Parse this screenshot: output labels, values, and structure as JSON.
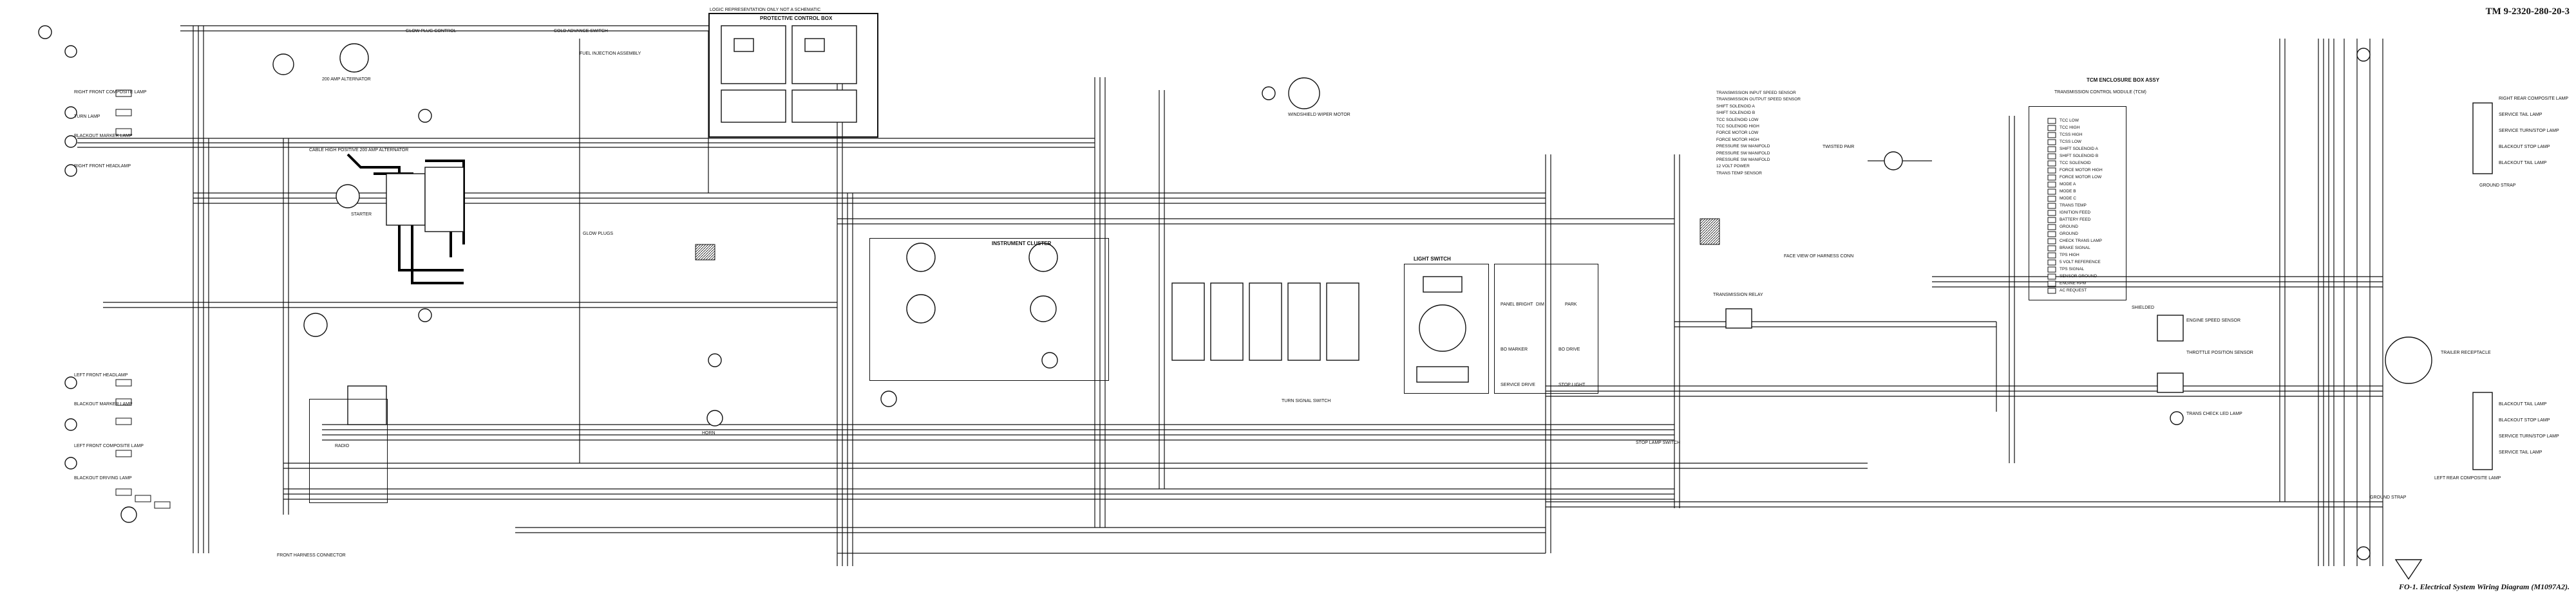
{
  "document": {
    "tm_number": "TM 9-2320-280-20-3",
    "figure_caption": "FO-1. Electrical System Wiring Diagram (M1097A2)."
  },
  "left_lamps": [
    "RIGHT FRONT COMPOSITE LAMP",
    "TURN LAMP",
    "BLACKOUT MARKER LAMP",
    "RIGHT FRONT HEADLAMP",
    "LEFT FRONT HEADLAMP",
    "BLACKOUT MARKER LAMP",
    "LEFT FRONT COMPOSITE LAMP",
    "BLACKOUT DRIVING LAMP"
  ],
  "engine_area": {
    "title_top": "GLOW PLUG CONTROL",
    "alternator": "200 AMP ALTERNATOR",
    "cold_advance": "COLD ADVANCE SWITCH",
    "fuel_injection": "FUEL INJECTION ASSEMBLY",
    "glow_plugs": "GLOW PLUGS",
    "starter": "STARTER",
    "cable_note": "CABLE HIGH POSITIVE 200 AMP ALTERNATOR"
  },
  "protective_box": {
    "title": "PROTECTIVE CONTROL BOX",
    "note": "LOGIC REPRESENTATION ONLY NOT A SCHEMATIC"
  },
  "center": {
    "instrument_cluster": "INSTRUMENT CLUSTER",
    "headlight_switch": "LIGHT SWITCH",
    "turn_signal": "TURN SIGNAL SWITCH",
    "wiper_motor": "WINDSHIELD WIPER MOTOR",
    "horn": "HORN",
    "stop_lamp_switch": "STOP LAMP SWITCH"
  },
  "transmission": {
    "title": "TCM ENCLOSURE BOX ASSY",
    "module": "TRANSMISSION CONTROL MODULE (TCM)",
    "sensors": [
      "TRANSMISSION INPUT SPEED SENSOR",
      "TRANSMISSION OUTPUT SPEED SENSOR",
      "SHIFT SOLENOID A",
      "SHIFT SOLENOID B",
      "TCC SOLENOID LOW",
      "TCC SOLENOID HIGH",
      "FORCE MOTOR LOW",
      "FORCE MOTOR HIGH",
      "PRESSURE SW MANIFOLD",
      "PRESSURE SW MANIFOLD",
      "PRESSURE SW MANIFOLD",
      "12 VOLT POWER",
      "TRANS TEMP SENSOR"
    ],
    "tcm_pins": [
      "TCC LOW",
      "TCC HIGH",
      "TCSS HIGH",
      "TCSS LOW",
      "SHIFT SOLENOID A",
      "SHIFT SOLENOID B",
      "TCC SOLENOID",
      "FORCE MOTOR HIGH",
      "FORCE MOTOR LOW",
      "MODE A",
      "MODE B",
      "MODE C",
      "TRANS TEMP",
      "IGNITION FEED",
      "BATTERY FEED",
      "GROUND",
      "GROUND",
      "CHECK TRANS LAMP",
      "BRAKE SIGNAL",
      "TPS HIGH",
      "5 VOLT REFERENCE",
      "TPS SIGNAL",
      "SENSOR GROUND",
      "ENGINE RPM",
      "AC REQUEST"
    ],
    "relay": "TRANSMISSION RELAY",
    "tps": "THROTTLE POSITION SENSOR",
    "engine_speed": "ENGINE SPEED SENSOR",
    "check_lamp": "TRANS CHECK LED LAMP",
    "face_view": "FACE VIEW OF HARNESS CONN",
    "twisted": "TWISTED PAIR",
    "shielded": "SHIELDED"
  },
  "right_lamps": {
    "top_composite": "RIGHT REAR COMPOSITE LAMP",
    "top_items": [
      "SERVICE TAIL LAMP",
      "SERVICE TURN/STOP LAMP",
      "BLACKOUT STOP LAMP",
      "BLACKOUT TAIL LAMP"
    ],
    "top_ground": "GROUND STRAP",
    "trailer": "TRAILER RECEPTACLE",
    "bottom_items": [
      "BLACKOUT TAIL LAMP",
      "BLACKOUT STOP LAMP",
      "SERVICE TURN/STOP LAMP",
      "SERVICE TAIL LAMP"
    ],
    "bottom_composite": "LEFT REAR COMPOSITE LAMP",
    "bottom_ground": "GROUND STRAP"
  },
  "misc": {
    "radio": "RADIO",
    "alternator_harness": "FRONT HARNESS CONNECTOR",
    "light_switch_positions": [
      "PANEL BRIGHT",
      "DIM",
      "PARK",
      "BO MARKER",
      "BO DRIVE",
      "SERVICE DRIVE",
      "STOP LIGHT"
    ]
  }
}
